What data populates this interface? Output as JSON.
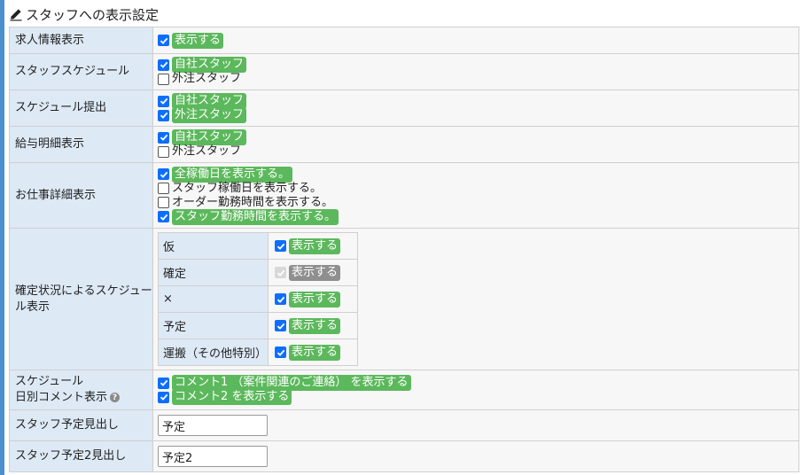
{
  "section": {
    "title": "スタッフへの表示設定",
    "icon": "pencil-icon",
    "accent_color": "#4a8fce"
  },
  "rows": {
    "job_info": {
      "label": "求人情報表示",
      "options": [
        {
          "label": "表示する",
          "checked": true
        }
      ]
    },
    "staff_schedule": {
      "label": "スタッフスケジュール",
      "options": [
        {
          "label": "自社スタッフ",
          "checked": true
        },
        {
          "label": "外注スタッフ",
          "checked": false
        }
      ]
    },
    "schedule_submit": {
      "label": "スケジュール提出",
      "options": [
        {
          "label": "自社スタッフ",
          "checked": true
        },
        {
          "label": "外注スタッフ",
          "checked": true
        }
      ]
    },
    "payslip": {
      "label": "給与明細表示",
      "options": [
        {
          "label": "自社スタッフ",
          "checked": true
        },
        {
          "label": "外注スタッフ",
          "checked": false
        }
      ]
    },
    "job_detail": {
      "label": "お仕事詳細表示",
      "options": [
        {
          "label": "全稼働日を表示する。",
          "checked": true
        },
        {
          "label": "スタッフ稼働日を表示する。",
          "checked": false
        },
        {
          "label": "オーダー勤務時間を表示する。",
          "checked": false
        },
        {
          "label": "スタッフ勤務時間を表示する。",
          "checked": true
        }
      ]
    },
    "status_schedule": {
      "label": "確定状況によるスケジュール表示",
      "items": [
        {
          "name": "仮",
          "option": "表示する",
          "checked": true,
          "disabled": false
        },
        {
          "name": "確定",
          "option": "表示する",
          "checked": true,
          "disabled": true
        },
        {
          "name": "×",
          "option": "表示する",
          "checked": true,
          "disabled": false
        },
        {
          "name": "予定",
          "option": "表示する",
          "checked": true,
          "disabled": false
        },
        {
          "name": "運搬（その他特別）",
          "option": "表示する",
          "checked": true,
          "disabled": false
        }
      ]
    },
    "daily_comment": {
      "label_line1": "スケジュール",
      "label_line2": "日別コメント表示",
      "help_icon": "question-circle-icon",
      "options": [
        {
          "label": "コメント1 （案件関連のご連絡） を表示する",
          "checked": true
        },
        {
          "label": "コメント2 を表示する",
          "checked": true
        }
      ]
    },
    "staff_heading": {
      "label": "スタッフ予定見出し",
      "value": "予定"
    },
    "staff_heading2": {
      "label": "スタッフ予定2見出し",
      "value": "予定2"
    }
  },
  "colors": {
    "badge_green": "#5cb85c",
    "badge_gray": "#8f8f8f",
    "label_bg": "#dde9f5",
    "checkbox_blue": "#0d6efd"
  }
}
